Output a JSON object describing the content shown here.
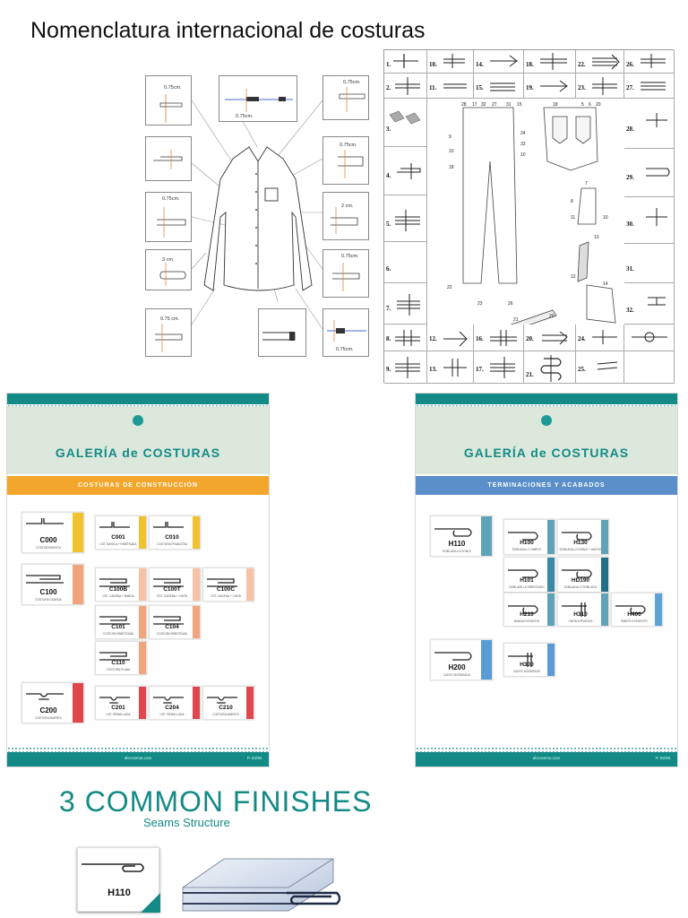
{
  "page": {
    "title": "Nomenclatura internacional de costuras"
  },
  "shirt_diagram": {
    "callouts": [
      "0.75cm.",
      "0.75cm.",
      "0.75cm.",
      "0.75cm.",
      "0.75cm.",
      "2 cm.",
      "3 cm.",
      "0.75cm.",
      "0.75 cm.",
      "0.75cm."
    ]
  },
  "seam_grid": {
    "left_numbers": [
      "1.",
      "2.",
      "3.",
      "4.",
      "5.",
      "6.",
      "7.",
      "8.",
      "9."
    ],
    "top_row1": [
      "10.",
      "14.",
      "18.",
      "22.",
      "26."
    ],
    "top_row2": [
      "11.",
      "15.",
      "19.",
      "23.",
      "27."
    ],
    "right_numbers": [
      "28.",
      "29.",
      "30.",
      "31.",
      "32."
    ],
    "bottom_row1": [
      "12.",
      "16.",
      "20.",
      "24."
    ],
    "bottom_row2": [
      "13.",
      "17.",
      "21.",
      "25."
    ]
  },
  "gallery_left": {
    "title": "GALERÍA de COSTURAS",
    "band": "COSTURAS DE CONSTRUCCIÓN",
    "band_color": "#f2a62b",
    "cards": [
      {
        "code": "C000",
        "desc": "COSTURA BÁSICA",
        "color": "#f2c12e"
      },
      {
        "code": "C001",
        "desc": "CST. BÁSICA + RIBETEADA",
        "color": "#f2c12e"
      },
      {
        "code": "C010",
        "desc": "COSTURA FRANCESA",
        "color": "#f2c12e"
      },
      {
        "code": "C100",
        "desc": "COSTURA CADENA",
        "color": "#f0a57d"
      },
      {
        "code": "C100B",
        "desc": "CST. CADENA + BANDA",
        "color": "#f6c2a6"
      },
      {
        "code": "C100T",
        "desc": "CST. CADENA + CINTA",
        "color": "#f6c2a6"
      },
      {
        "code": "C100C",
        "desc": "CST. CADENA + CINTA",
        "color": "#f6c2a6"
      },
      {
        "code": "C101",
        "desc": "COSTURA RIBETEADA",
        "color": "#f0a57d"
      },
      {
        "code": "C104",
        "desc": "COSTURA RIBETEADA",
        "color": "#f0a57d"
      },
      {
        "code": "C110",
        "desc": "COSTURA PLANA",
        "color": "#f0a57d"
      },
      {
        "code": "C200",
        "desc": "COSTURA ABIERTA",
        "color": "#e0474c"
      },
      {
        "code": "C201",
        "desc": "CST. REMALLADA",
        "color": "#e0474c"
      },
      {
        "code": "C204",
        "desc": "CST. REMALLADA",
        "color": "#e0474c"
      },
      {
        "code": "C210",
        "desc": "COSTURA ABIERTA",
        "color": "#e0474c"
      }
    ],
    "footer": "abcosema.com",
    "page": "P. 03/38"
  },
  "gallery_right": {
    "title": "GALERÍA de COSTURAS",
    "band": "TERMINACIONES Y ACABADOS",
    "band_color": "#5a8fc9",
    "cards": [
      {
        "code": "H110",
        "desc": "DOBLADILLO DOBLE",
        "color": "#5fa3b8"
      },
      {
        "code": "H100",
        "desc": "DOBLADILLO SIMPLE",
        "color": "#5fa3b8"
      },
      {
        "code": "H130",
        "desc": "DOBLADILLO DOBLE + ANCHO",
        "color": "#5fa3b8"
      },
      {
        "code": "H101",
        "desc": "DOBLADILLO RIBETEADO",
        "color": "#3a8aa6"
      },
      {
        "code": "HD190",
        "desc": "DOBLADILLO DOBLADO",
        "color": "#1f6f8a"
      },
      {
        "code": "H210",
        "desc": "BANDA EXPUESTA",
        "color": "#5fa3b8"
      },
      {
        "code": "H310",
        "desc": "CINTA EXPUESTA",
        "color": "#5fa3b8"
      },
      {
        "code": "H400",
        "desc": "RIBETE EXPUESTO",
        "color": "#5fa3d4"
      },
      {
        "code": "H200",
        "desc": "CANTO BORDEADO",
        "color": "#5a9bd4"
      },
      {
        "code": "H300",
        "desc": "CANTO BORDEADO",
        "color": "#5a9bd4"
      }
    ],
    "footer": "abcosema.com",
    "page": "P. 03/38"
  },
  "finishes": {
    "title": "3 COMMON FINISHES",
    "subtitle": "Seams Structure",
    "card_code": "H110",
    "accent": "#138a86"
  }
}
